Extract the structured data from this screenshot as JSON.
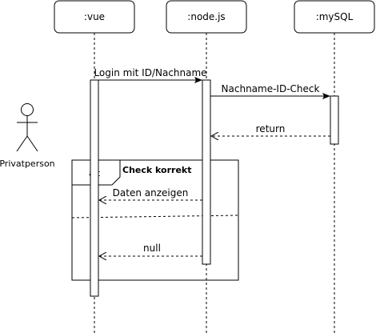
{
  "participants": [
    {
      "id": "vue",
      "label": ":vue"
    },
    {
      "id": "node",
      "label": ":node.js"
    },
    {
      "id": "mysql",
      "label": ":mySQL"
    }
  ],
  "actor": {
    "label": "Privatperson"
  },
  "messages": {
    "login": "Login mit ID/Nachname",
    "check": "Nachname-ID-Check",
    "return": "return",
    "show": "Daten anzeigen",
    "null": "null"
  },
  "fragment": {
    "operator": "alt",
    "guard": "Check korrekt"
  }
}
